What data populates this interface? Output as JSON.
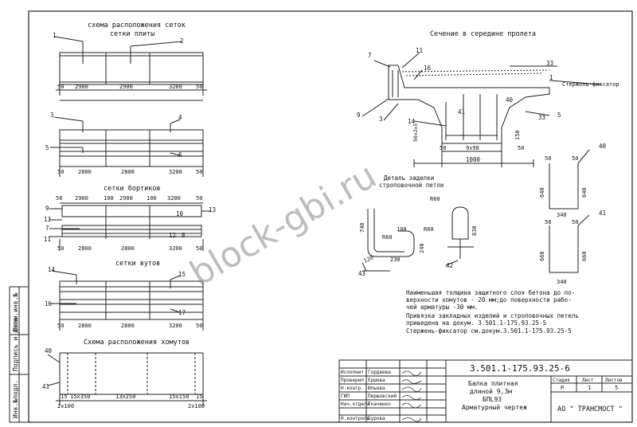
{
  "views": {
    "slab_layout_title_1": "схема расположения сеток",
    "slab_layout_title_2": "сетки плиты",
    "slab_dims": [
      "50",
      "2900",
      "2900",
      "3200",
      "50"
    ],
    "slab_marks": [
      "1",
      "2"
    ],
    "slab_mesh2_marks": [
      "3",
      "4",
      "5",
      "6"
    ],
    "slab_mesh2_dims": [
      "50",
      "2800",
      "2800",
      "3200",
      "50"
    ],
    "sides_title": "сетки бортиков",
    "sides_dims_top": [
      "50",
      "2900",
      "100",
      "2900",
      "100",
      "3200",
      "50"
    ],
    "sides_marks": [
      "9",
      "10",
      "13",
      "13",
      "7",
      "11",
      "12",
      "8"
    ],
    "sides_dims_bottom": [
      "50",
      "2800",
      "2800",
      "3200",
      "50"
    ],
    "vuts_title": "сетки вутов",
    "vuts_marks": [
      "14",
      "15",
      "16",
      "17"
    ],
    "vuts_dims": [
      "50",
      "2800",
      "2800",
      "3200",
      "50"
    ],
    "clamps_title": "Схема расположения хомутов",
    "clamps_marks": [
      "40",
      "41"
    ],
    "clamps_dims": [
      "15",
      "15x350",
      "13x250",
      "15x150",
      "15"
    ],
    "clamps_bottom": [
      "2x100",
      "2x100"
    ]
  },
  "section": {
    "title": "Сечение в середине пролета",
    "marks": [
      "7",
      "11",
      "33",
      "16",
      "1",
      "9",
      "3",
      "41",
      "40",
      "33",
      "5",
      "14"
    ],
    "fixator_label": "Стержень-фиксатор",
    "dims": [
      "50",
      "9x98",
      "50",
      "1000",
      "150",
      "50x2x5"
    ]
  },
  "detail": {
    "title_1": "Деталь заделки",
    "title_2": "строповочной петли",
    "dims": [
      "R60",
      "740",
      "R60",
      "100",
      "R60",
      "830",
      "120",
      "230",
      "240"
    ],
    "marks": [
      "43",
      "42"
    ]
  },
  "clamps_detail": {
    "mark_40": "40",
    "dims_40": [
      "50",
      "50",
      "640",
      "640",
      "340"
    ],
    "mark_41": "41",
    "dims_41": [
      "50",
      "50",
      "660",
      "660",
      "340"
    ]
  },
  "notes": [
    "Наименьшая толщина защитного слоя бетона до по-",
    "верхности хомутов - 20 мм;до поверхности рабо-",
    "чей арматуры -30 мм.",
    "Привязка закладных изделий и строповочных петель",
    "приведена на докум. 3.501.1-175.93.25-5",
    "Стержень-фиксатор см.докум.3.501.1-175.93.25-5"
  ],
  "stamp": {
    "code": "3.501.1-175.93.25-6",
    "roles": [
      "Исполнит",
      "Проверил",
      "Н.контр.",
      "ГИП",
      "Нач.отдела",
      "Н.контроль"
    ],
    "names": [
      "Гордеева",
      "Ершова",
      "Ильева",
      "Першовский",
      "Ткаченко",
      "Бурова"
    ],
    "title_lines": [
      "Балка плитная",
      "длиной 9,3м",
      "БПL93",
      "Арматурный чертеж"
    ],
    "stage_head": "Стадия",
    "sheet_head": "Лист",
    "sheets_head": "Листов",
    "stage": "Р",
    "sheet": "1",
    "sheets": "5",
    "org": "АО \" ТРАНСМОСТ \""
  },
  "margin_labels": [
    "Инв.№подл.",
    "Подпись и дата",
    "Взам.инв.№"
  ],
  "watermark": "block-gbi.ru"
}
